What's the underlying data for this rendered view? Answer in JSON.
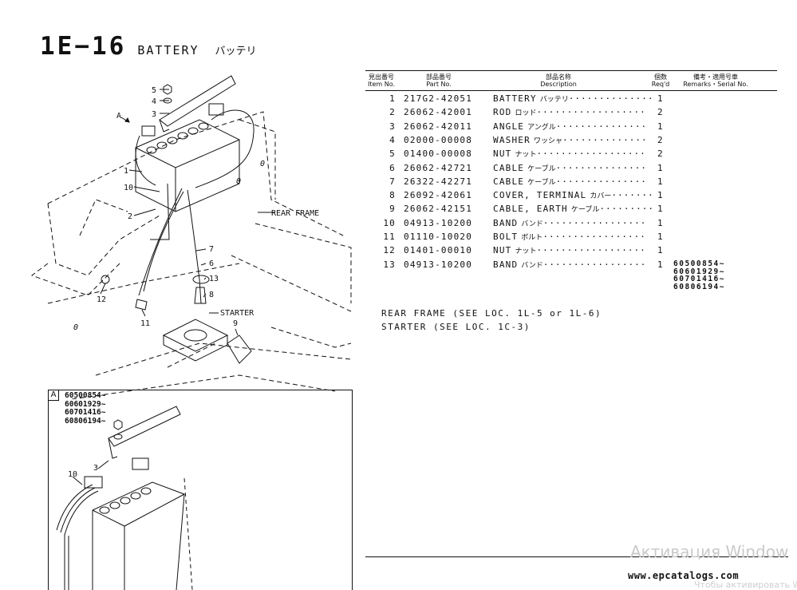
{
  "title": {
    "code": "1E−16",
    "name": "BATTERY",
    "name_jp": "バッテリ"
  },
  "table_headers": {
    "item_jp": "見出番号",
    "item": "Item No.",
    "part_jp": "部品番号",
    "part": "Part No.",
    "desc_jp": "部品名称",
    "desc": "Description",
    "qty_jp": "個数",
    "qty": "Req'd",
    "remarks_jp": "備考・適用号車",
    "remarks": "Remarks・Serial No."
  },
  "parts": [
    {
      "item": "1",
      "part_no": "217G2-42051",
      "desc": "BATTERY",
      "desc_jp": "バッテリ",
      "dots": "··············",
      "qty": "1"
    },
    {
      "item": "2",
      "part_no": "26062-42001",
      "desc": "ROD",
      "desc_jp": "ロッド",
      "dots": "··················",
      "qty": "2"
    },
    {
      "item": "3",
      "part_no": "26062-42011",
      "desc": "ANGLE",
      "desc_jp": "アングル",
      "dots": "···············",
      "qty": "1"
    },
    {
      "item": "4",
      "part_no": "02000-00008",
      "desc": "WASHER",
      "desc_jp": "ワッシャ",
      "dots": "··············",
      "qty": "2"
    },
    {
      "item": "5",
      "part_no": "01400-00008",
      "desc": "NUT",
      "desc_jp": "ナット",
      "dots": "··················",
      "qty": "2"
    },
    {
      "item": "6",
      "part_no": "26062-42721",
      "desc": "CABLE",
      "desc_jp": "ケーブル",
      "dots": "···············",
      "qty": "1"
    },
    {
      "item": "7",
      "part_no": "26322-42271",
      "desc": "CABLE",
      "desc_jp": "ケーブル",
      "dots": "···············",
      "qty": "1"
    },
    {
      "item": "8",
      "part_no": "26092-42061",
      "desc": "COVER, TERMINAL",
      "desc_jp": "カバー",
      "dots": "·······",
      "qty": "1"
    },
    {
      "item": "9",
      "part_no": "26062-42151",
      "desc": "CABLE, EARTH",
      "desc_jp": "ケーブル",
      "dots": "·········",
      "qty": "1"
    },
    {
      "item": "10",
      "part_no": "04913-10200",
      "desc": "BAND",
      "desc_jp": "バンド",
      "dots": "·················",
      "qty": "1"
    },
    {
      "item": "11",
      "part_no": "01110-10020",
      "desc": "BOLT",
      "desc_jp": "ボルト",
      "dots": "·················",
      "qty": "1"
    },
    {
      "item": "12",
      "part_no": "01401-00010",
      "desc": "NUT",
      "desc_jp": "ナット",
      "dots": "··················",
      "qty": "1"
    },
    {
      "item": "13",
      "part_no": "04913-10200",
      "desc": "BAND",
      "desc_jp": "バンド",
      "dots": "·················",
      "qty": "1"
    }
  ],
  "remarks_serials": [
    "60500854~",
    "60601929~",
    "60701416~",
    "60806194~"
  ],
  "notes": [
    "REAR FRAME (SEE LOC. 1L-5 or 1L-6)",
    "STARTER (SEE LOC. 1C-3)"
  ],
  "diagram": {
    "callouts": [
      "5",
      "4",
      "3",
      "A",
      "1",
      "10",
      "2",
      "7",
      "6",
      "13",
      "8",
      "12",
      "11",
      "9",
      "0",
      "0",
      "0"
    ],
    "labels": {
      "rear_frame": "REAR FRAME",
      "starter": "STARTER"
    },
    "inset": {
      "tag": "A",
      "serials": [
        "60500854~",
        "60601929~",
        "60701416~",
        "60806194~"
      ],
      "callouts": [
        "10",
        "3"
      ]
    }
  },
  "watermark": "Активация Window",
  "footer": {
    "url": "www.epcatalogs.com",
    "ghost": "Чтобы активировать Win"
  }
}
